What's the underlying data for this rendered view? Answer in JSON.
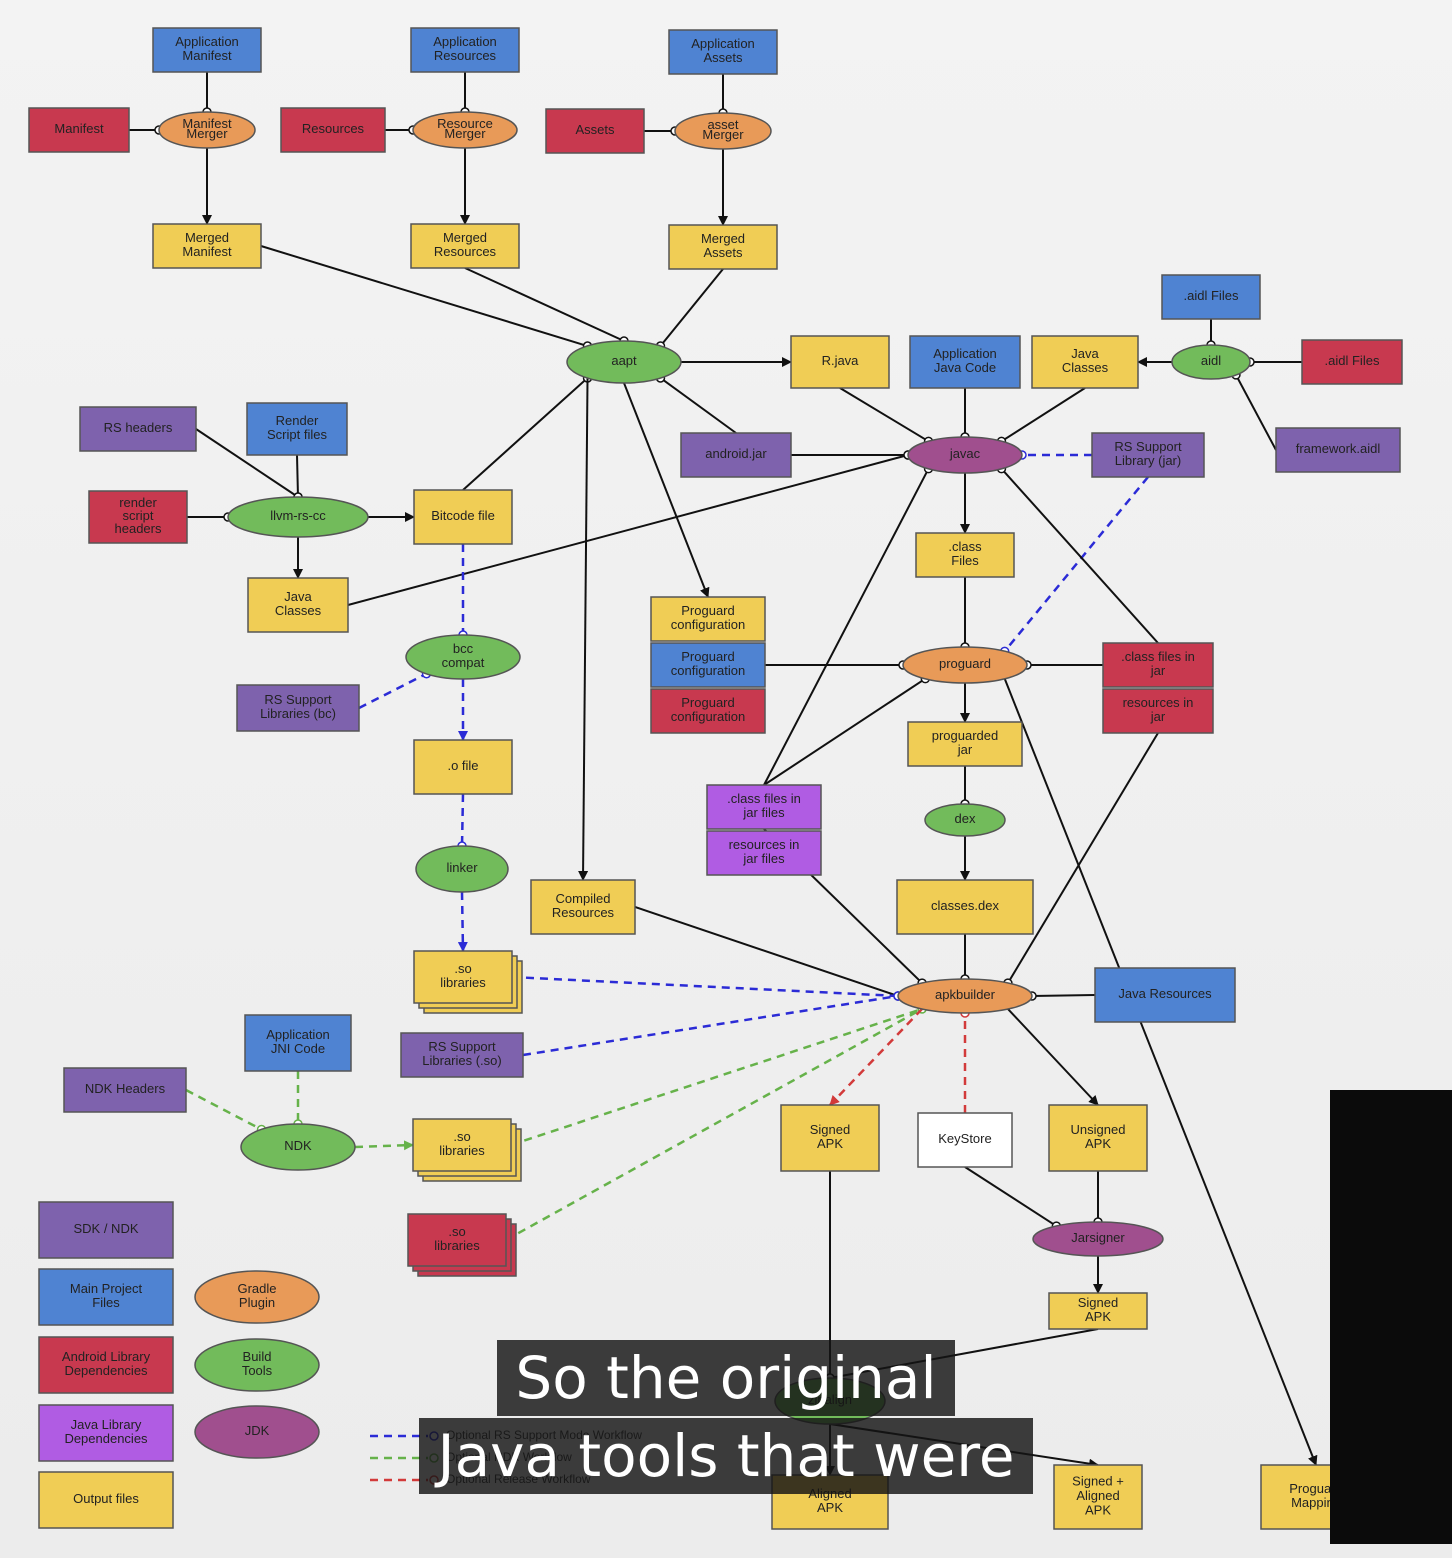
{
  "colors": {
    "sdk": "#7e62ad",
    "main": "#4f83d2",
    "android_lib": "#c8394f",
    "java_lib": "#b05ce3",
    "output": "#f0cd55",
    "plugin": "#e89a58",
    "build": "#72bb5b",
    "jdk": "#a04f8e",
    "keystore": "#ffffff",
    "edge": "#111111",
    "edge_blue": "#2b2bd6",
    "edge_green": "#66b24a",
    "edge_red": "#d23a3a",
    "edge_hollow": "#ffffff"
  },
  "nodes": {
    "app_manifest": "Application\nManifest",
    "app_resources": "Application\nResources",
    "app_assets": "Application\nAssets",
    "manifest": "Manifest",
    "resources": "Resources",
    "assets": "Assets",
    "manifest_merger": "Manifest\nMerger",
    "resource_merger": "Resource\nMerger",
    "asset_merger": "asset\nMerger",
    "merged_manifest": "Merged\nManifest",
    "merged_resources": "Merged\nResources",
    "merged_assets": "Merged\nAssets",
    "aapt": "aapt",
    "r_java": "R.java",
    "app_java_code": "Application\nJava Code",
    "java_classes_top": "Java\nClasses",
    "aidl_files_top": ".aidl Files",
    "aidl": "aidl",
    "aidl_files_right": ".aidl Files",
    "framework_aidl": "framework.aidl",
    "rs_headers": "RS headers",
    "render_script_files": "Render\nScript files",
    "render_script_headers": "render\nscript\nheaders",
    "llvm_rs_cc": "llvm-rs-cc",
    "bitcode_file": "Bitcode file",
    "java_classes_left": "Java\nClasses",
    "android_jar": "android.jar",
    "javac": "javac",
    "rs_support_jar": "RS Support\nLibrary (jar)",
    "class_files": ".class\nFiles",
    "proguard_cfg_1": "Proguard\nconfiguration",
    "proguard_cfg_2": "Proguard\nconfiguration",
    "proguard_cfg_3": "Proguard\nconfiguration",
    "proguard": "proguard",
    "class_files_in_jar": ".class files in\njar",
    "resources_in_jar": "resources in\njar",
    "bcc_compat": "bcc\ncompat",
    "rs_support_bc": "RS Support\nLibraries (bc)",
    "o_file": ".o file",
    "proguarded_jar": "proguarded\njar",
    "class_files_in_jar_files": ".class files in\njar files",
    "resources_in_jar_files": "resources in\njar files",
    "dex": "dex",
    "linker": "linker",
    "compiled_resources": "Compiled\nResources",
    "classes_dex": "classes.dex",
    "so_libraries_1": ".so\nlibraries",
    "apkbuilder": "apkbuilder",
    "java_resources": "Java  Resources",
    "app_jni_code": "Application\nJNI Code",
    "rs_support_so": "RS Support\nLibraries (.so)",
    "ndk_headers": "NDK Headers",
    "ndk": "NDK",
    "so_libraries_2": ".so\nlibraries",
    "signed_apk_1": "Signed\nAPK",
    "keystore": "KeyStore",
    "unsigned_apk": "Unsigned\nAPK",
    "so_libraries_3": ".so\nlibraries",
    "jarsigner": "Jarsigner",
    "signed_apk_2": "Signed\nAPK",
    "zipalign": "zipalign",
    "aligned_apk_left": "Aligned\nAPK",
    "aligned_apk_right": "Signed +\nAligned\nAPK",
    "proguard_mapping": "Proguard\nMapping"
  },
  "legend": {
    "sdk_ndk": "SDK / NDK",
    "main_project_files": "Main Project\nFiles",
    "android_library_dependencies": "Android Library\nDependencies",
    "java_library_dependencies": "Java Library\nDependencies",
    "output_files": "Output files",
    "gradle_plugin": "Gradle\nPlugin",
    "build_tools": "Build\nTools",
    "jdk": "JDK",
    "optional_rs_support": "Optional RS Support Mode Workflow",
    "optional_ndk": "Optional NDK Workflow",
    "optional_release": "Optional Release Workflow"
  },
  "captions": {
    "line1": "So the original",
    "line2": "Java tools that were"
  }
}
